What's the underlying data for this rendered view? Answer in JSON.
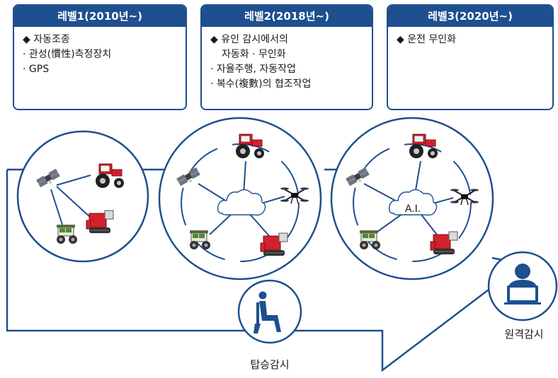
{
  "levels": [
    {
      "title": "레벨1(2010년~)",
      "lines": [
        "◆ 자동조종",
        "· 관성(慣性)측정장치",
        "· GPS"
      ]
    },
    {
      "title": "레벨2(2018년~)",
      "lines": [
        "◆ 유인 감시에서의",
        "   자동화 · 무인화",
        "· 자율주행, 자동작업",
        "· 복수(複數)의 협조작업"
      ]
    },
    {
      "title": "레벨3(2020년~)",
      "lines": [
        "◆ 운전 무인화"
      ]
    }
  ],
  "diagram": {
    "ai_label": "A.I.",
    "onboard_label": "탑승감시",
    "remote_label": "원격감시"
  },
  "colors": {
    "primary": "#1e4f8f",
    "tractor_red": "#d3212b",
    "cloud_fill": "#ffffff"
  },
  "icons": [
    "satellite-icon",
    "tractor-icon",
    "combine-harvester-icon",
    "rice-transplanter-icon",
    "drone-icon",
    "cloud-icon",
    "seated-person-icon",
    "remote-operator-icon"
  ]
}
